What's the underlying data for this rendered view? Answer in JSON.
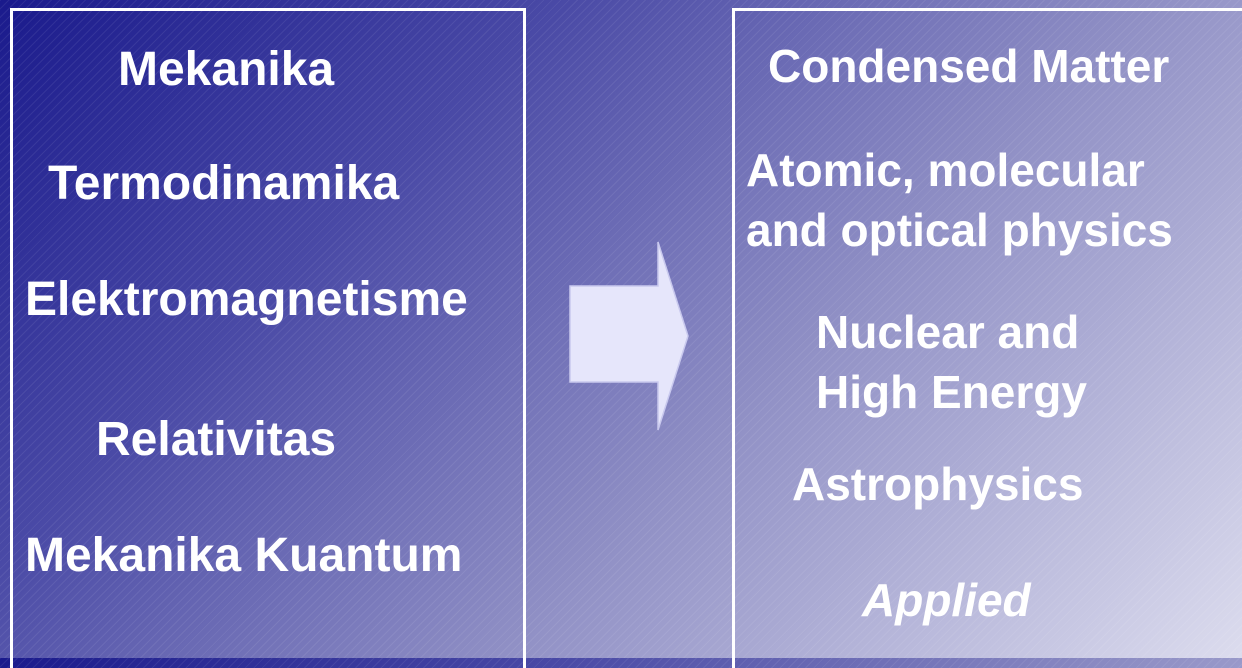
{
  "left": {
    "items": [
      "Mekanika",
      "Termodinamika",
      "Elektromagnetisme",
      "Relativitas",
      "Mekanika Kuantum"
    ]
  },
  "right": {
    "items": [
      "Condensed Matter",
      "Atomic, molecular",
      "and optical physics",
      "Nuclear and",
      "High Energy",
      "Astrophysics",
      "Applied"
    ]
  },
  "colors": {
    "text": "#ffffff",
    "arrow": "#e6e6fb",
    "border": "#ffffff"
  }
}
